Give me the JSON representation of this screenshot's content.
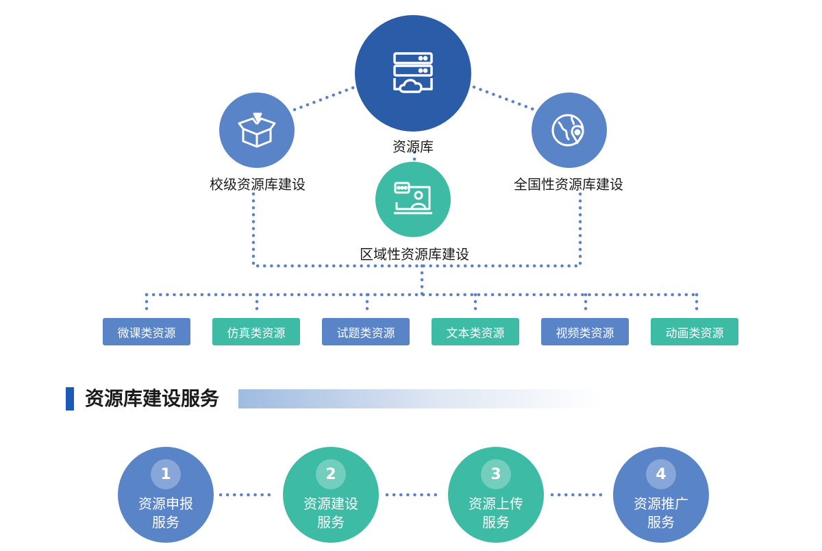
{
  "colors": {
    "dark_blue": "#2a5ca8",
    "mid_blue": "#5a84c8",
    "teal": "#3dbba4",
    "dot": "#5b82c6"
  },
  "hub": {
    "label": "资源库",
    "icon": "server-cloud-icon"
  },
  "nodes": {
    "school": {
      "label": "校级资源库建设",
      "icon": "open-box-icon"
    },
    "national": {
      "label": "全国性资源库建设",
      "icon": "globe-pin-icon"
    },
    "regional": {
      "label": "区域性资源库建设",
      "icon": "screen-chat-icon"
    }
  },
  "categories": [
    {
      "label": "微课类资源",
      "color": "#5a84c8"
    },
    {
      "label": "仿真类资源",
      "color": "#3dbba4"
    },
    {
      "label": "试题类资源",
      "color": "#5a84c8"
    },
    {
      "label": "文本类资源",
      "color": "#3dbba4"
    },
    {
      "label": "视频类资源",
      "color": "#5a84c8"
    },
    {
      "label": "动画类资源",
      "color": "#3dbba4"
    }
  ],
  "section": {
    "title": "资源库建设服务"
  },
  "steps": [
    {
      "num": "1",
      "line1": "资源申报",
      "line2": "服务",
      "color": "#5a84c8"
    },
    {
      "num": "2",
      "line1": "资源建设",
      "line2": "服务",
      "color": "#3dbba4"
    },
    {
      "num": "3",
      "line1": "资源上传",
      "line2": "服务",
      "color": "#3dbba4"
    },
    {
      "num": "4",
      "line1": "资源推广",
      "line2": "服务",
      "color": "#5a84c8"
    }
  ]
}
